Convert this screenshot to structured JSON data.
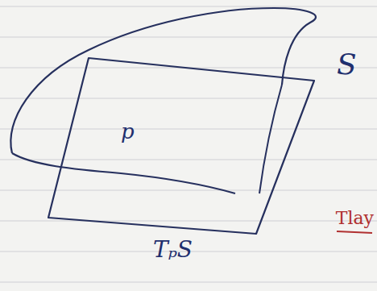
{
  "diagram": {
    "labels": [
      "p",
      "S",
      "TₚS",
      "Tlay"
    ]
  }
}
